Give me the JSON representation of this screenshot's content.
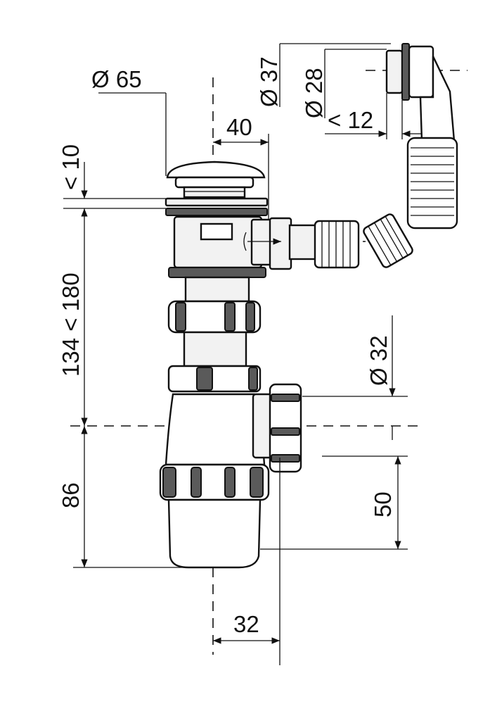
{
  "dimensions": {
    "d65": "Ø 65",
    "d37": "Ø 37",
    "d28": "Ø 28",
    "lt12": "< 12",
    "d40": "40",
    "lt10": "< 10",
    "range134_180": "134 < 180",
    "d32_outlet": "Ø 32",
    "d86": "86",
    "d50": "50",
    "d32_offset": "32"
  },
  "colors": {
    "line": "#111111",
    "fill_light": "#f2f2f2",
    "fill_dark": "#5a5a5a"
  }
}
